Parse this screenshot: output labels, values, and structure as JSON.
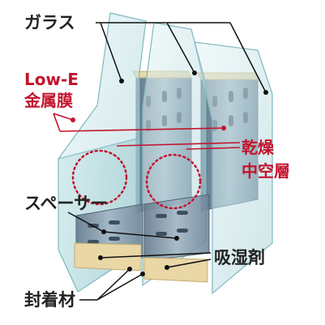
{
  "labels": {
    "glass": "ガラス",
    "lowe_line1": "Low-E",
    "lowe_line2": "金属膜",
    "dry_line1": "乾燥",
    "dry_line2": "中空層",
    "spacer": "スペーサー",
    "desiccant": "吸湿剤",
    "sealant": "封着材"
  },
  "colors": {
    "callout_red": "#c3142d",
    "callout_black": "#111111",
    "glass_tint": "#c8e6ea",
    "spacer_metal": "#7d92a4",
    "desiccant": "#e9d7a6"
  }
}
